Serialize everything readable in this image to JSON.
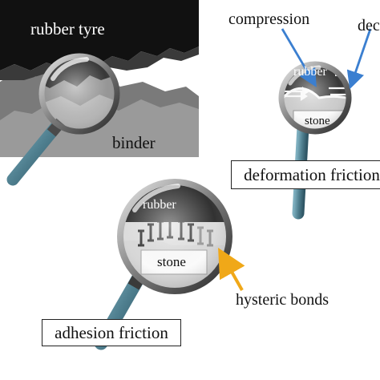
{
  "labels": {
    "rubber_tyre": "rubber tyre",
    "binder": "binder",
    "compression": "compression",
    "decompression": "dec",
    "deformation_rubber": "rubber",
    "deformation_stone": "stone",
    "deformation_friction": "deformation friction",
    "adhesion_rubber": "rubber",
    "adhesion_stone": "stone",
    "hysteric_bonds": "hysteric bonds",
    "adhesion_friction": "adhesion friction"
  },
  "colors": {
    "tyre_black": "#111111",
    "binder_gray": "#7a7a7a",
    "stone_gray": "#9a9a9a",
    "handle_steel": "#4f7f8f",
    "arrow_blue": "#3b7fd0",
    "arrow_orange": "#f0a818"
  },
  "icons": {
    "magnifier": "magnifier-icon",
    "arrow": "arrow-icon"
  }
}
